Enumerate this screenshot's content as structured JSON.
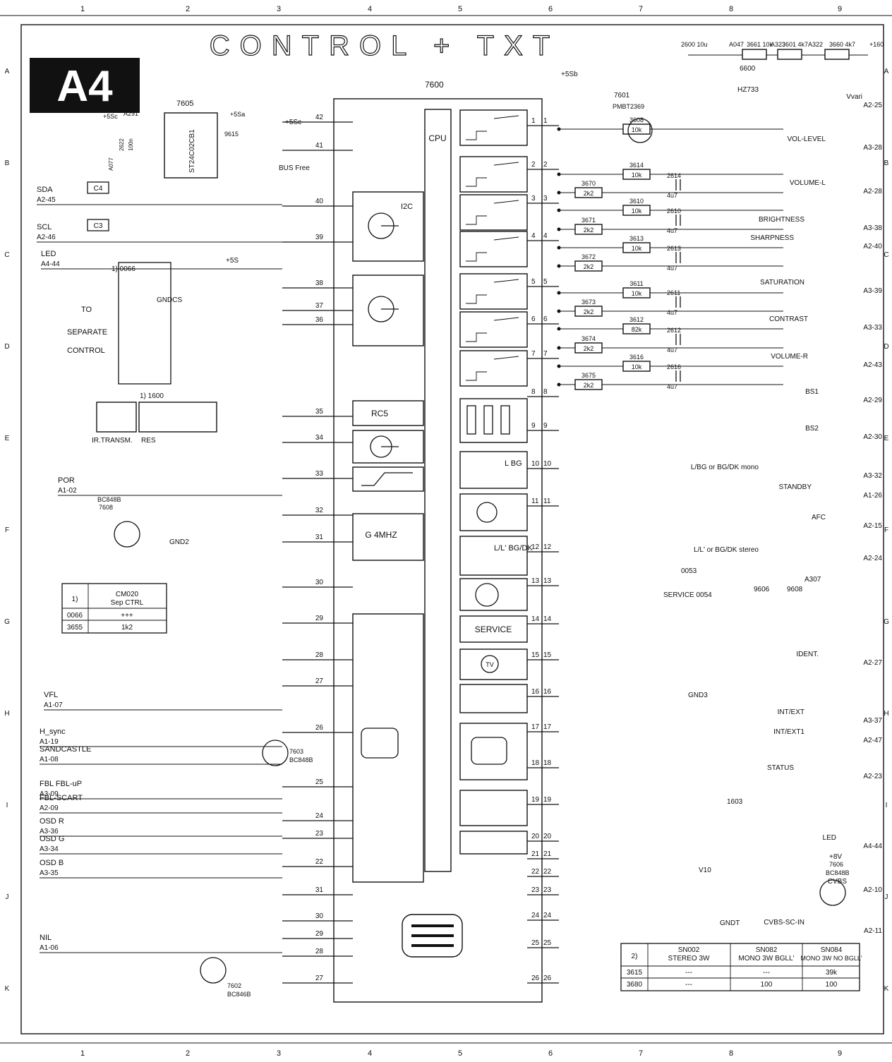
{
  "title": "CONTROL + TXT",
  "badge": "A4",
  "ic_main": "7600",
  "cpu_label": "CPU",
  "grid": {
    "cols": [
      "1",
      "2",
      "3",
      "4",
      "5",
      "6",
      "7",
      "8",
      "9"
    ],
    "rows": [
      "A",
      "B",
      "C",
      "D",
      "E",
      "F",
      "G",
      "H",
      "I",
      "J",
      "K"
    ]
  },
  "eeprom": {
    "ref": "7605",
    "part": "ST24C02CB1",
    "supply": "+5Sa",
    "supply_c": "+5Sc",
    "node": "A291",
    "cap": "2622",
    "cap_val": "100n",
    "node2": "A077",
    "jumper": "9615"
  },
  "left_signals": [
    {
      "name": "SDA",
      "conn": "A2-45",
      "tag": "C4"
    },
    {
      "name": "SCL",
      "conn": "A2-46",
      "tag": "C3"
    },
    {
      "name": "LED",
      "conn": "A4-44"
    },
    {
      "name": "POR",
      "conn": "A1-02"
    },
    {
      "name": "VFL",
      "conn": "A1-07"
    },
    {
      "name": "H_sync",
      "conn": "A1-19"
    },
    {
      "name": "SANDCASTLE",
      "conn": "A1-08"
    },
    {
      "name": "FBL FBL-uP",
      "conn": "A3-09"
    },
    {
      "name": "FBL-SCART",
      "conn": "A2-09"
    },
    {
      "name": "OSD R",
      "conn": "A3-36"
    },
    {
      "name": "OSD G",
      "conn": "A3-34"
    },
    {
      "name": "OSD B",
      "conn": "A3-35"
    },
    {
      "name": "NIL",
      "conn": "A1-06"
    }
  ],
  "right_signals": [
    {
      "name": "Vvari",
      "conn": "A2-25"
    },
    {
      "name": "VOL-LEVEL",
      "conn": "A3-28"
    },
    {
      "name": "VOLUME-L",
      "conn": "A2-28"
    },
    {
      "name": "BRIGHTNESS",
      "conn": "A3-38"
    },
    {
      "name": "SHARPNESS",
      "conn": "A2-40"
    },
    {
      "name": "SATURATION",
      "conn": "A3-39"
    },
    {
      "name": "CONTRAST",
      "conn": "A3-33"
    },
    {
      "name": "VOLUME-R",
      "conn": "A2-43"
    },
    {
      "name": "BS1",
      "conn": "A2-29"
    },
    {
      "name": "BS2",
      "conn": "A2-30"
    },
    {
      "name": "L/BG or BG/DK mono",
      "conn": "A3-32"
    },
    {
      "name": "STANDBY",
      "conn": "A1-26"
    },
    {
      "name": "AFC",
      "conn": "A2-15"
    },
    {
      "name": "L/L' or BG/DK stereo",
      "conn": "A2-24"
    },
    {
      "name": "IDENT.",
      "conn": "A2-27"
    },
    {
      "name": "INT/EXT",
      "conn": "A3-37"
    },
    {
      "name": "INT/EXT1",
      "conn": "A2-47"
    },
    {
      "name": "STATUS",
      "conn": "A2-23"
    },
    {
      "name": "LED",
      "conn": "A4-44"
    },
    {
      "name": "CVBS",
      "conn": "A2-10"
    },
    {
      "name": "CVBS-SC-IN",
      "conn": "A2-11"
    }
  ],
  "blocks": [
    "I2C",
    "RC5",
    "G 4MHZ",
    "L BG",
    "L/L' BG/DK",
    "SERVICE",
    "TV"
  ],
  "left_pins": [
    "42",
    "41",
    "40",
    "39",
    "38",
    "37",
    "36",
    "35",
    "34",
    "33",
    "32",
    "31",
    "30",
    "29",
    "28",
    "27",
    "26",
    "25",
    "24",
    "23",
    "22",
    "31",
    "30",
    "29",
    "28",
    "27"
  ],
  "right_pins": [
    "1",
    "2",
    "3",
    "4",
    "5",
    "6",
    "7",
    "8",
    "9",
    "10",
    "11",
    "12",
    "13",
    "14",
    "15",
    "16",
    "17",
    "18",
    "19",
    "20",
    "21",
    "22",
    "23",
    "24",
    "25",
    "26"
  ],
  "right_resistors": [
    {
      "ref": "3608",
      "val": "10k"
    },
    {
      "ref": "3614",
      "val": "10k"
    },
    {
      "ref": "3610",
      "val": "10k"
    },
    {
      "ref": "3613",
      "val": "10k"
    },
    {
      "ref": "3611",
      "val": "10k"
    },
    {
      "ref": "3612",
      "val": "82k"
    },
    {
      "ref": "3616",
      "val": "10k"
    },
    {
      "ref": "3670",
      "val": "2k2"
    },
    {
      "ref": "3671",
      "val": "2k2"
    },
    {
      "ref": "3672",
      "val": "2k2"
    },
    {
      "ref": "3673",
      "val": "2k2"
    },
    {
      "ref": "3674",
      "val": "2k2"
    },
    {
      "ref": "3675",
      "val": "2k2"
    }
  ],
  "right_caps": [
    "2614",
    "2610",
    "2613",
    "2611",
    "2612",
    "2616"
  ],
  "cap_value": "4u7",
  "transistors": [
    {
      "ref": "7601",
      "type": "PMBT2369"
    },
    {
      "ref": "7608",
      "type": "BC848B"
    },
    {
      "ref": "7603",
      "type": "BC848B"
    },
    {
      "ref": "7602",
      "type": "BC846B"
    },
    {
      "ref": "7606",
      "type": "BC848B"
    }
  ],
  "top_chain": [
    "2600 10u",
    "A047",
    "3661 10k",
    "A323",
    "3601 4k7",
    "A322",
    "3660 4k7",
    "+160"
  ],
  "zener": {
    "ref": "6600",
    "type": "HZ733"
  },
  "sep_control": {
    "title": "TO SEPARATE CONTROL",
    "ref": "1) 0066",
    "gnd": "GNDCS",
    "ir_ref": "1) 1600",
    "ir_labels": [
      "IR.TRANSM.",
      "RES"
    ]
  },
  "table1": {
    "head": [
      "1)",
      "CM020\nSep CTRL"
    ],
    "rows": [
      [
        "0066",
        "+++"
      ],
      [
        "3655",
        "1k2"
      ]
    ]
  },
  "table2": {
    "head": [
      "2)",
      "SN002\nSTEREO 3W",
      "SN082\nMONO 3W BGLL'",
      "SN084\nMONO 3W NO BGLL'"
    ],
    "rows": [
      [
        "3615",
        "---",
        "---",
        "39k"
      ],
      [
        "3680",
        "---",
        "100",
        "100"
      ]
    ]
  },
  "misc_labels": [
    "BUS Free",
    "+5Sb",
    "+5S",
    "+5Sc",
    "GND2",
    "GND3",
    "+8V",
    "V10",
    "SERVICE 0054",
    "0053",
    "1603",
    "9606",
    "9608",
    "A307",
    "GNDT"
  ]
}
